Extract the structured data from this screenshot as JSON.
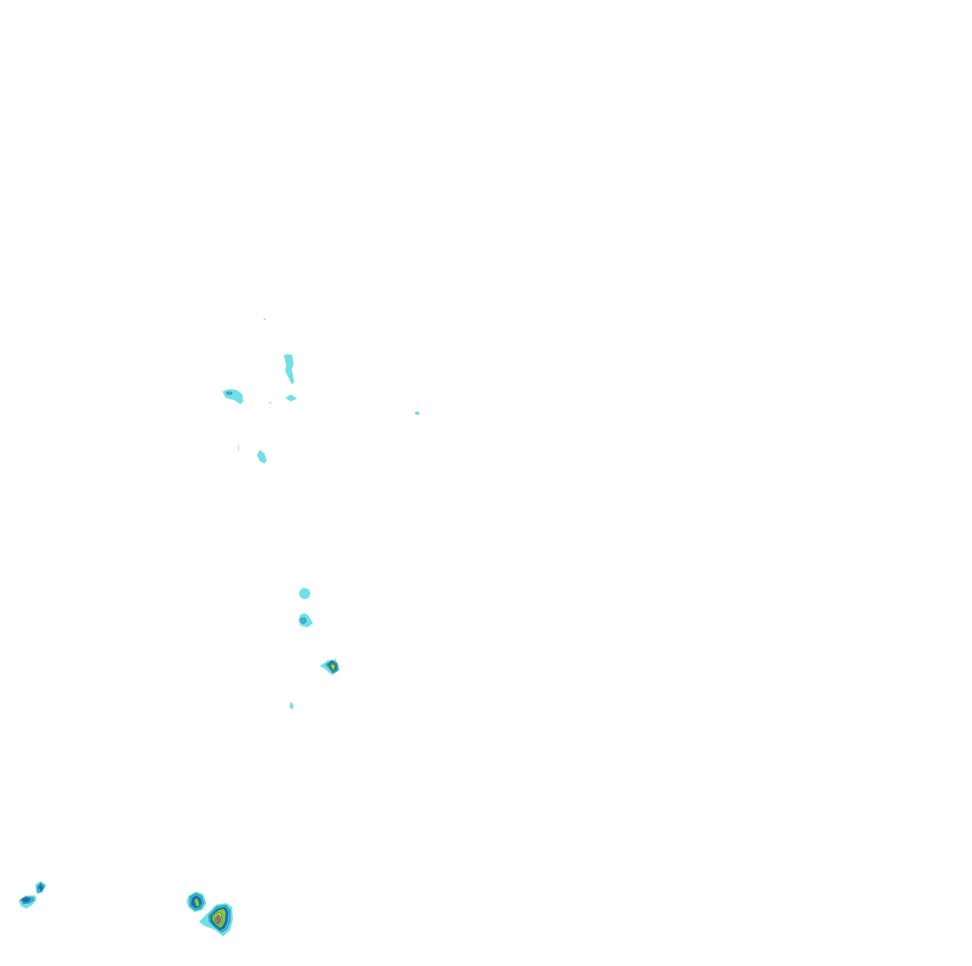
{
  "map": {
    "type": "contour-overlay",
    "background": "#ffffff",
    "palette": {
      "level_1": "#6fe0e6",
      "level_2": "#3fb8ec",
      "level_3": "#1e64d8",
      "level_4": "#7ccd3c",
      "level_5": "#f4d23a",
      "level_6": "#f07a4a",
      "level_7": "#e84aa8",
      "contour_line": "#1d7e6e"
    },
    "cells": [
      {
        "id": "cell-a1",
        "levels": 1
      },
      {
        "id": "cell-a2",
        "levels": 1
      },
      {
        "id": "cell-a3",
        "levels": 1
      },
      {
        "id": "cell-a4",
        "levels": 2
      },
      {
        "id": "cell-a5",
        "levels": 1
      },
      {
        "id": "cell-a6",
        "levels": 1
      },
      {
        "id": "cell-a7",
        "levels": 1
      },
      {
        "id": "cell-a8",
        "levels": 1
      },
      {
        "id": "cell-a9",
        "levels": 1
      },
      {
        "id": "cell-b1",
        "levels": 1
      },
      {
        "id": "cell-b2",
        "levels": 2
      },
      {
        "id": "cell-b3",
        "levels": 5
      },
      {
        "id": "cell-b4",
        "levels": 1
      },
      {
        "id": "cell-c1",
        "levels": 3
      },
      {
        "id": "cell-c2",
        "levels": 3
      },
      {
        "id": "cell-c3",
        "levels": 4
      },
      {
        "id": "cell-c4",
        "levels": 7
      }
    ]
  }
}
